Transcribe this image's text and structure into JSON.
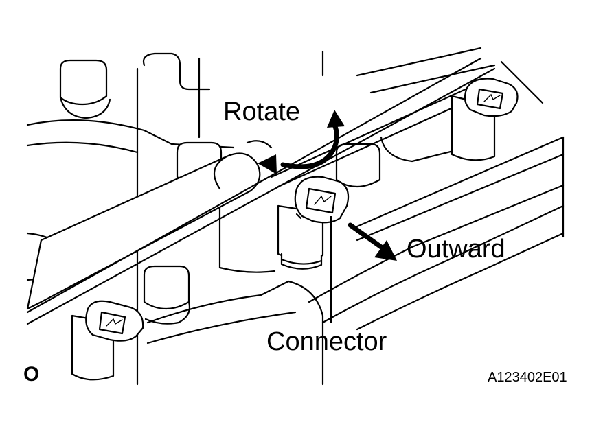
{
  "labels": {
    "rotate": "Rotate",
    "outward": "Outward",
    "connector": "Connector",
    "view_marker": "O",
    "figure_code": "A123402E01"
  }
}
